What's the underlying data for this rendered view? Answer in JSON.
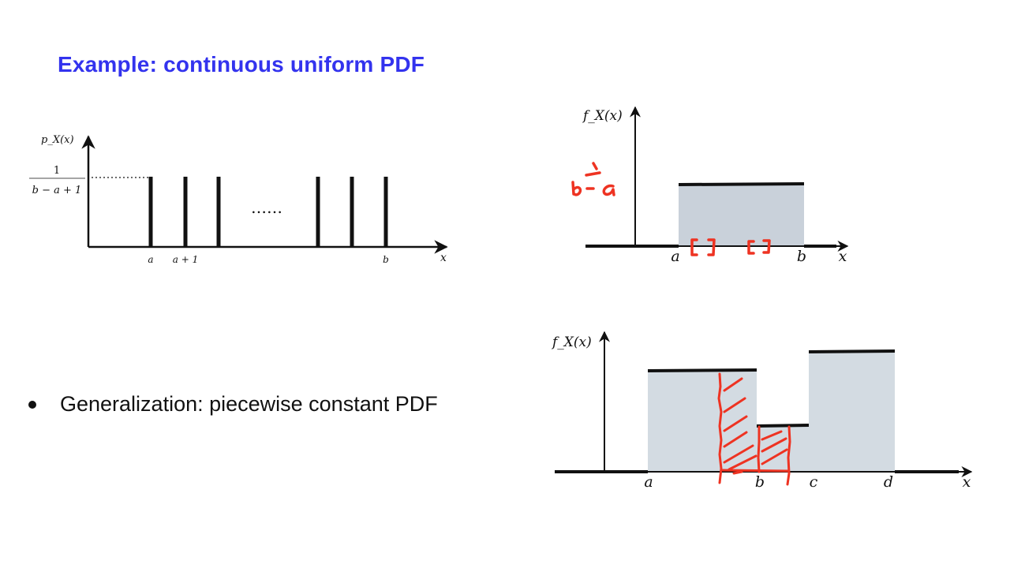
{
  "title": "Example: continuous uniform PDF",
  "bullet": "Generalization: piecewise constant PDF",
  "discrete_plot": {
    "ylabel": "p_X(x)",
    "y_value_numerator": "1",
    "y_value_denominator": "b − a + 1",
    "tick_a": "a",
    "tick_a1": "a + 1",
    "tick_b": "b",
    "xlabel": "x",
    "ellipsis": "……"
  },
  "uniform_plot": {
    "ylabel": "f_X(x)",
    "tick_a": "a",
    "tick_b": "b",
    "xlabel": "x",
    "annotation": "1 / (b − a)",
    "fill_color": "#c9d1da",
    "annotation_color": "#ee3322"
  },
  "piecewise_plot": {
    "ylabel": "f_X(x)",
    "tick_a": "a",
    "tick_b": "b",
    "tick_c": "c",
    "tick_d": "d",
    "xlabel": "x",
    "fill_color": "#d3dbe2",
    "hatch_color": "#ee3322"
  }
}
